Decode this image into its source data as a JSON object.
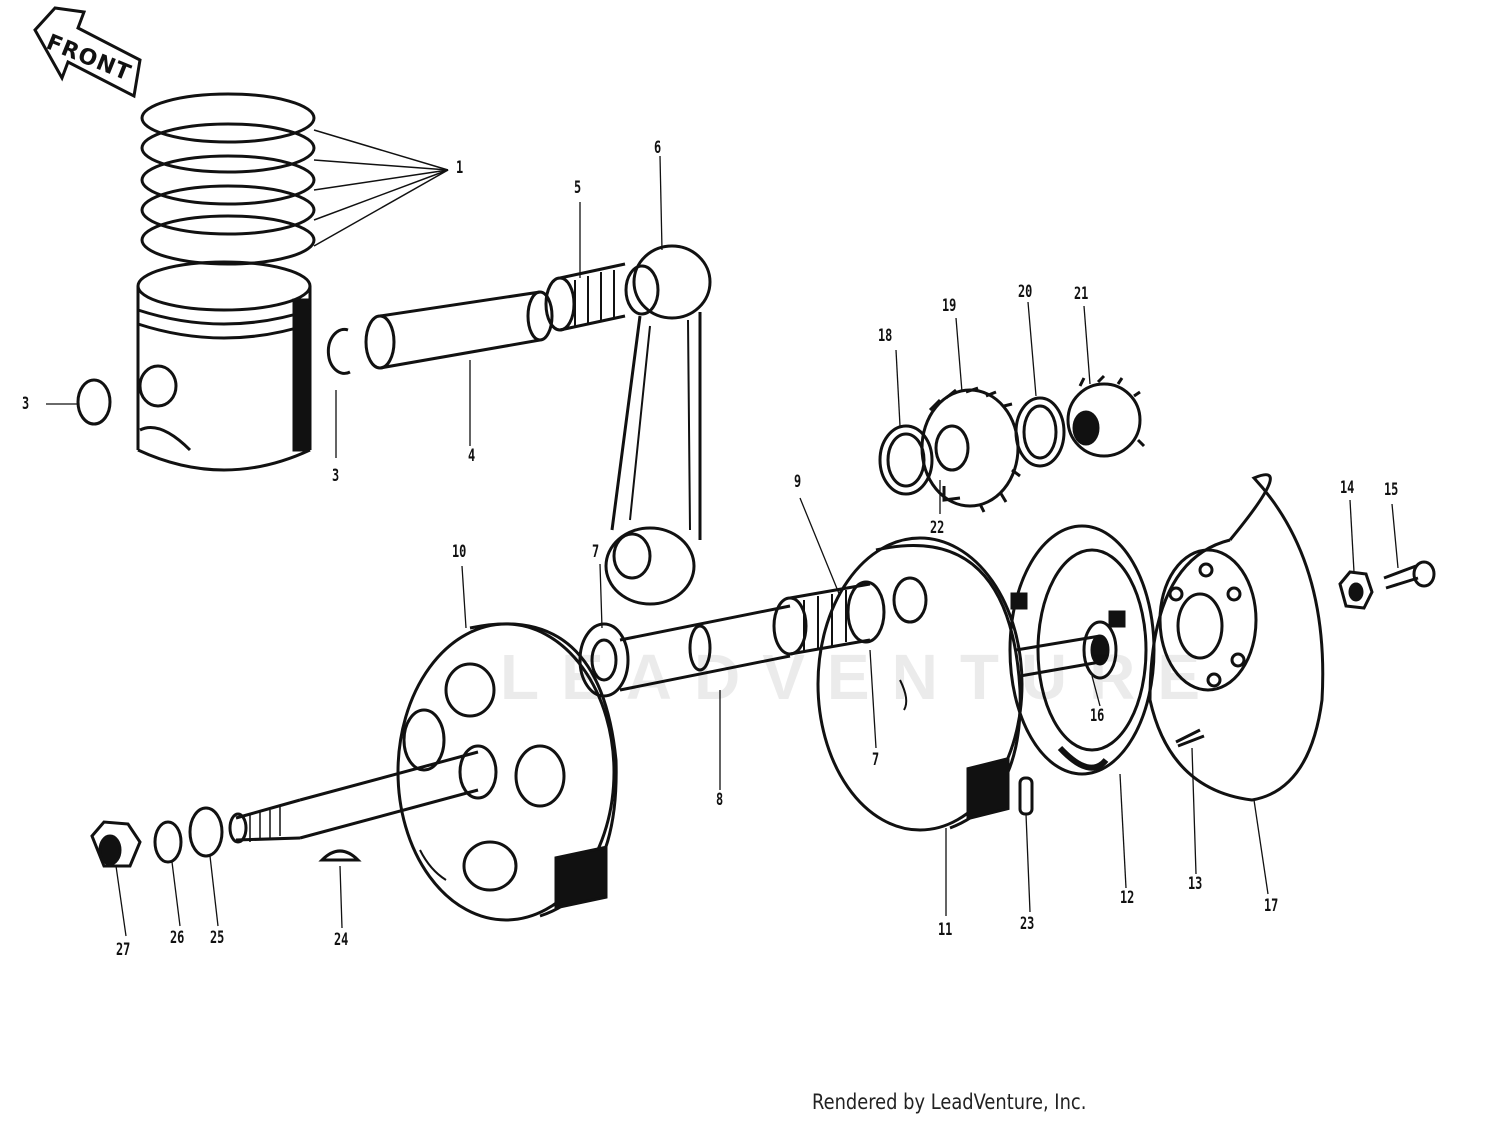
{
  "diagram": {
    "direction_tag": "FRONT",
    "watermark": "LEADVENTURE",
    "credit": "Rendered by LeadVenture, Inc.",
    "ink_color": "#111111",
    "labels": {
      "l1": "1",
      "l3a": "3",
      "l3b": "3",
      "l4": "4",
      "l5": "5",
      "l6": "6",
      "l7a": "7",
      "l7b": "7",
      "l8": "8",
      "l9": "9",
      "l10": "10",
      "l11": "11",
      "l12": "12",
      "l13": "13",
      "l14": "14",
      "l15": "15",
      "l16": "16",
      "l17": "17",
      "l18": "18",
      "l19": "19",
      "l20": "20",
      "l21": "21",
      "l22": "22",
      "l23": "23",
      "l24": "24",
      "l25": "25",
      "l26": "26",
      "l27": "27"
    }
  }
}
